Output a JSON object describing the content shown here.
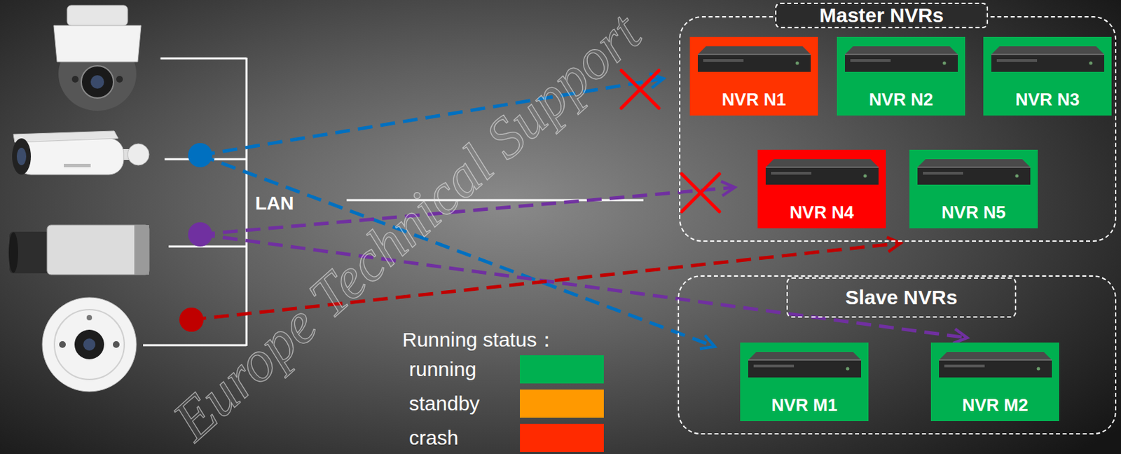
{
  "diagram": {
    "nodes": [
      {
        "text": [
          "Master NVRs"
        ]
      },
      {
        "text": [
          "NVR N1"
        ],
        "in": 0
      },
      {
        "text": [
          "NVR N2"
        ],
        "in": 0
      },
      {
        "text": [
          "NVR N3"
        ],
        "in": 0
      },
      {
        "text": [
          "NVR N4"
        ],
        "in": 0
      },
      {
        "text": [
          "NVR N5"
        ],
        "in": 0
      },
      {
        "text": [
          "Slave NVRs"
        ]
      },
      {
        "text": [
          "NVR M1"
        ],
        "in": 6
      },
      {
        "text": [
          "NVR M2"
        ],
        "in": 6
      }
    ],
    "labels": [
      "LAN",
      "Running status：",
      "Europe Technical Support"
    ],
    "legend": [
      {
        "text": "running",
        "color": "#00b050"
      },
      {
        "text": "standby",
        "color": "#ff9900"
      },
      {
        "text": "crash",
        "color": "#ff2a00"
      }
    ]
  }
}
